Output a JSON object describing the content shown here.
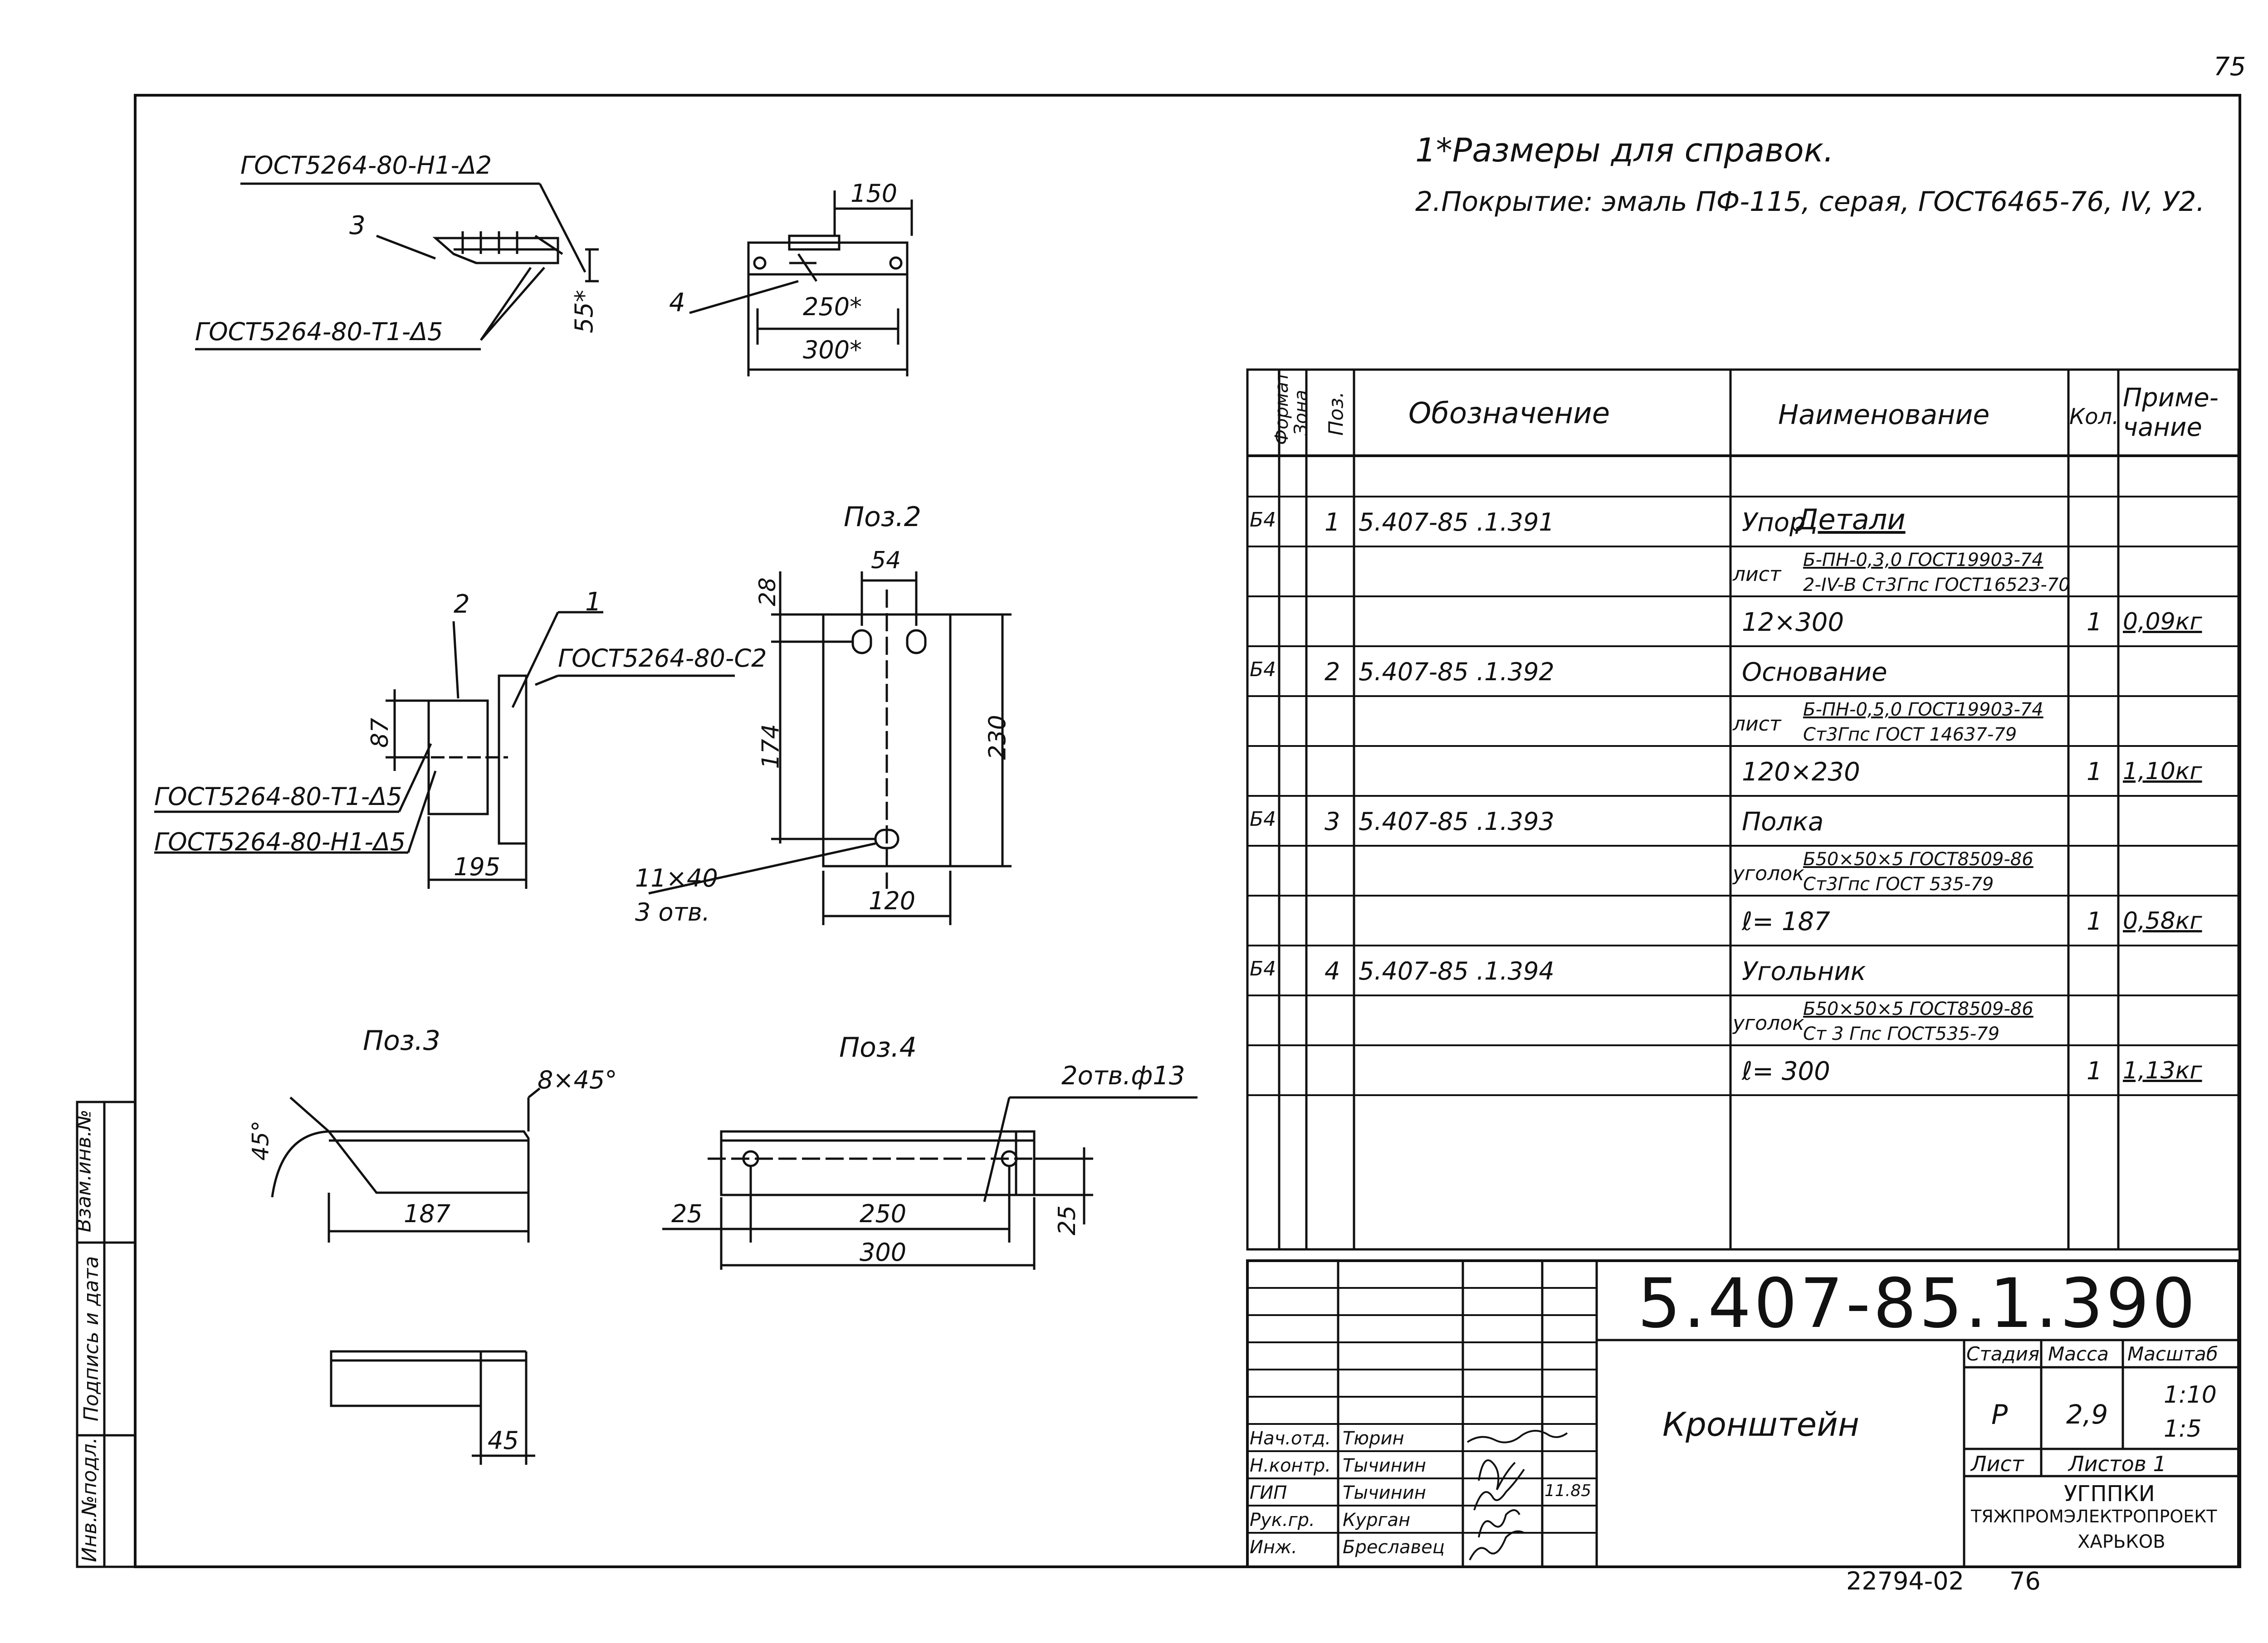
{
  "page_number": "75",
  "notes": {
    "line1": "1*Размеры для справок.",
    "line2": "2.Покрытие: эмаль ПФ-115, серая, ГОСТ6465-76, IV, У2."
  },
  "assembly_view": {
    "weld_top": "ГОСТ5264-80-Н1-Δ2",
    "weld_bottom": "ГОСТ5264-80-Т1-Δ5",
    "callout_3": "3",
    "callout_4": "4",
    "dim_150": "150",
    "dim_250": "250*",
    "dim_300": "300*",
    "dim_55": "55*"
  },
  "side_view": {
    "callout_2": "2",
    "callout_1": "1",
    "weld_c2": "ГОСТ5264-80-С2",
    "weld_t1": "ГОСТ5264-80-Т1-Δ5",
    "weld_h1": "ГОСТ5264-80-Н1-Δ5",
    "dim_87": "87",
    "dim_195": "195"
  },
  "pos2": {
    "title": "Поз.2",
    "dim_54": "54",
    "dim_28": "28",
    "dim_174": "174",
    "dim_230": "230",
    "dim_120": "120",
    "holes_1": "11×40",
    "holes_2": "3 отв."
  },
  "pos3": {
    "title": "Поз.3",
    "chamfer": "8×45°",
    "angle": "45°",
    "dim_187": "187",
    "dim_45": "45"
  },
  "pos4": {
    "title": "Поз.4",
    "holes": "2отв.ф13",
    "dim_25a": "25",
    "dim_250": "250",
    "dim_300": "300",
    "dim_25b": "25"
  },
  "spec_table": {
    "headers": {
      "format": "Формат",
      "zone": "Зона",
      "pos": "Поз.",
      "designation": "Обозначение",
      "name": "Наименование",
      "qty": "Кол.",
      "note_1": "Приме-",
      "note_2": "чание"
    },
    "section": "Детали",
    "rows": [
      {
        "format": "Б4",
        "pos": "1",
        "designation": "5.407-85 .1.391",
        "name": "Упор",
        "qty": "",
        "note": ""
      },
      {
        "format": "",
        "pos": "",
        "designation": "",
        "name": "",
        "qty": "",
        "note": "",
        "mat_prefix": "лист",
        "mat_top": "Б-ПН-0,3,0 ГОСТ19903-74",
        "mat_bottom": "2-IV-В Ст3Гпс ГОСТ16523-70"
      },
      {
        "format": "",
        "pos": "",
        "designation": "",
        "name": "12×300",
        "qty": "1",
        "note": "0,09кг"
      },
      {
        "format": "Б4",
        "pos": "2",
        "designation": "5.407-85 .1.392",
        "name": "Основание",
        "qty": "",
        "note": ""
      },
      {
        "format": "",
        "pos": "",
        "designation": "",
        "name": "",
        "qty": "",
        "note": "",
        "mat_prefix": "лист",
        "mat_top": "Б-ПН-0,5,0 ГОСТ19903-74",
        "mat_bottom": "Ст3Гпс ГОСТ 14637-79"
      },
      {
        "format": "",
        "pos": "",
        "designation": "",
        "name": "120×230",
        "qty": "1",
        "note": "1,10кг"
      },
      {
        "format": "Б4",
        "pos": "3",
        "designation": "5.407-85 .1.393",
        "name": "Полка",
        "qty": "",
        "note": ""
      },
      {
        "format": "",
        "pos": "",
        "designation": "",
        "name": "",
        "qty": "",
        "note": "",
        "mat_prefix": "уголок",
        "mat_top": "Б50×50×5 ГОСТ8509-86",
        "mat_bottom": "Ст3Гпс ГОСТ 535-79"
      },
      {
        "format": "",
        "pos": "",
        "designation": "",
        "name": "ℓ= 187",
        "qty": "1",
        "note": "0,58кг"
      },
      {
        "format": "Б4",
        "pos": "4",
        "designation": "5.407-85 .1.394",
        "name": "Угольник",
        "qty": "",
        "note": ""
      },
      {
        "format": "",
        "pos": "",
        "designation": "",
        "name": "",
        "qty": "",
        "note": "",
        "mat_prefix": "уголок",
        "mat_top": "Б50×50×5 ГОСТ8509-86",
        "mat_bottom": "Ст 3 Гпс ГОСТ535-79"
      },
      {
        "format": "",
        "pos": "",
        "designation": "",
        "name": "ℓ= 300",
        "qty": "1",
        "note": "1,13кг"
      }
    ]
  },
  "title_block": {
    "document_code": "5.407-85.1.390",
    "title": "Кронштейн",
    "stage_label": "Стадия",
    "mass_label": "Масса",
    "scale_label": "Масштаб",
    "stage": "Р",
    "mass": "2,9",
    "scale_1": "1:10",
    "scale_2": "1:5",
    "sheet_label": "Лист",
    "sheets_label": "Листов 1",
    "org_1": "УГППКИ",
    "org_2": "ТЯЖПРОМЭЛЕКТРОПРОЕКТ",
    "org_3": "ХАРЬКОВ",
    "signers": [
      {
        "role": "Нач.отд.",
        "name": "Тюрин"
      },
      {
        "role": "Н.контр.",
        "name": "Тычинин"
      },
      {
        "role": "ГИП",
        "name": "Тычинин"
      },
      {
        "role": "Рук.гр.",
        "name": "Курган"
      },
      {
        "role": "Инж.",
        "name": "Бреславец"
      }
    ],
    "date": "11.85"
  },
  "side_stamp": {
    "inv_no": "Инв.№подл.",
    "sign_date": "Подпись и дата",
    "replace_inv": "Взам.инв.№"
  },
  "bottom": {
    "archive_no": "22794-02",
    "sheet_no": "76"
  }
}
